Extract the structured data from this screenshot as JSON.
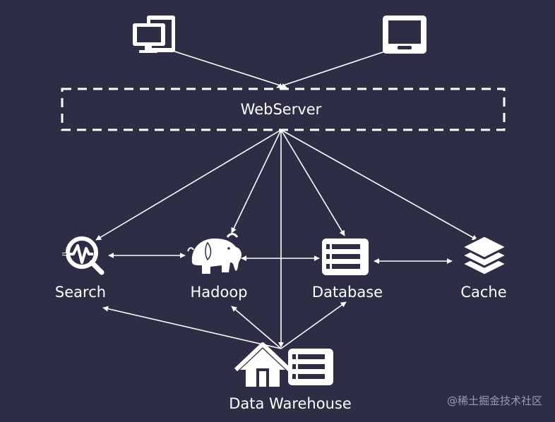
{
  "diagram": {
    "server": {
      "label": "WebServer"
    },
    "nodes": {
      "search": "Search",
      "hadoop": "Hadoop",
      "database": "Database",
      "cache": "Cache",
      "warehouse": "Data Warehouse"
    },
    "icons": {
      "desktop_client": "desktop-computer-icon",
      "tablet_client": "tablet-icon",
      "search": "search-analytics-icon",
      "hadoop": "hadoop-elephant-icon",
      "database": "database-icon",
      "cache": "stacked-layers-icon",
      "warehouse_house": "house-icon",
      "warehouse_db": "database-icon"
    },
    "watermark": "@稀土掘金技术社区"
  },
  "colors": {
    "background": "#2d2e46",
    "foreground": "#ffffff"
  }
}
